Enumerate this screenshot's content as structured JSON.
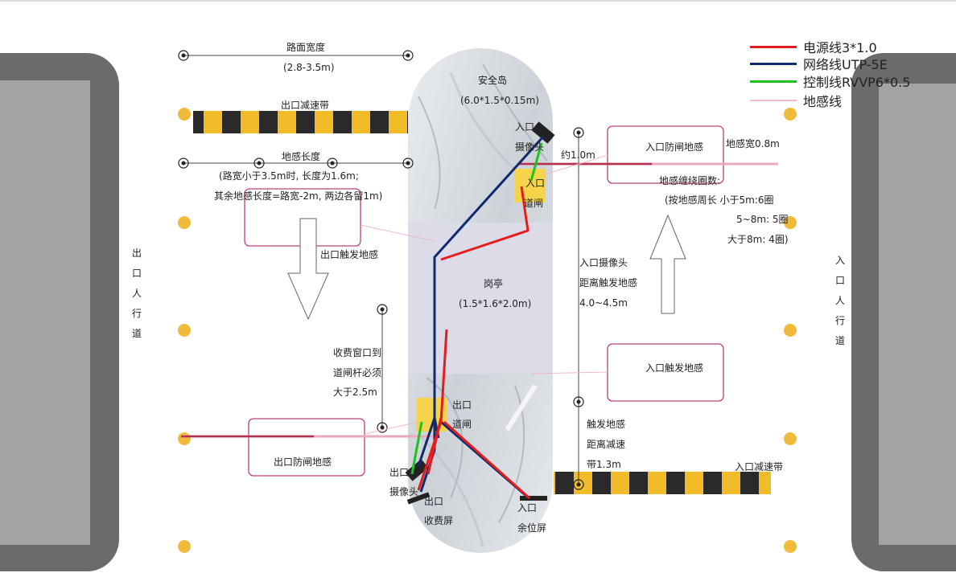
{
  "legend": [
    {
      "label": "电源线3*1.0",
      "color": "#e41c1c"
    },
    {
      "label": "网络线UTP-5E",
      "color": "#0f2a6e"
    },
    {
      "label": "控制线RVVP6*0.5",
      "color": "#1ec21e"
    },
    {
      "label": "地感线",
      "color": "#efb9c9"
    }
  ],
  "labels": {
    "road_width_title": "路面宽度",
    "road_width_value": "(2.8-3.5m)",
    "exit_speed_bump": "出口减速带",
    "loop_length_title": "地感长度",
    "loop_length_rule1": "(路宽小于3.5m时, 长度为1.6m;",
    "loop_length_rule2": "其余地感长度=路宽-2m, 两边各留1m)",
    "exit_trigger_loop": "出口触发地感",
    "safety_island": "安全岛",
    "safety_island_size": "(6.0*1.5*0.15m)",
    "entry_camera_top": "入口",
    "entry_camera_bottom": "摄像头",
    "entry_gate_top": "入口",
    "entry_gate_bottom": "道闸",
    "approx_distance": "约1.0m",
    "entry_barrier_loop": "入口防闸地感",
    "loop_width": "地感宽0.8m",
    "winding_title": "地感缠绕圈数:",
    "winding_rule1": "(按地感周长  小于5m:6圈",
    "winding_rule2": "5~8m: 5圈",
    "winding_rule3": "大于8m: 4圈)",
    "booth": "岗亭",
    "booth_size": "(1.5*1.6*2.0m)",
    "entry_cam_distance1": "入口摄像头",
    "entry_cam_distance2": "距离触发地感",
    "entry_cam_distance3": "4.0~4.5m",
    "entry_trigger_loop": "入口触发地感",
    "toll_window1": "收费窗口到",
    "toll_window2": "道闸杆必须",
    "toll_window3": "大于2.5m",
    "exit_gate_top": "出口",
    "exit_gate_bottom": "道闸",
    "exit_barrier_loop": "出口防闸地感",
    "exit_camera_top": "出口",
    "exit_camera_bottom": "摄像头",
    "exit_toll_screen_top": "出口",
    "exit_toll_screen_bottom": "收费屏",
    "entry_space_screen_top": "入口",
    "entry_space_screen_bottom": "余位屏",
    "trigger_to_bump1": "触发地感",
    "trigger_to_bump2": "距离减速",
    "trigger_to_bump3": "带1.3m",
    "entry_speed_bump": "入口减速带",
    "exit_walkway": [
      "出",
      "口",
      "人",
      "行",
      "道"
    ],
    "entry_walkway": [
      "入",
      "口",
      "人",
      "行",
      "道"
    ]
  },
  "colors": {
    "walkway": "#6b6b6b",
    "walkway_inner": "#a3a3a3",
    "bollard": "#f0bb3a",
    "booth": "#dcdce8",
    "gate_box": "#f5d34a",
    "loop_border": "#c0407a",
    "bump_yellow": "#f2bb2a",
    "bump_black": "#2a2a2a"
  }
}
